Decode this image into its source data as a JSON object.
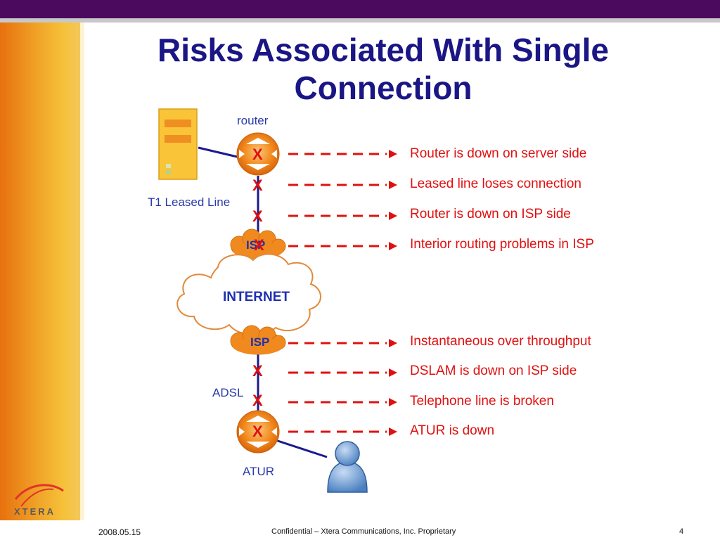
{
  "slide": {
    "title_line1": "Risks Associated With Single",
    "title_line2": "Connection",
    "colors": {
      "title": "#1b1685",
      "risk_text": "#e01010",
      "label_blue": "#2a3aa8",
      "top_bar": "#4b0a5e",
      "router": "#f08a1e",
      "arrow": "#e01010"
    }
  },
  "labels": {
    "router": "router",
    "t1_leased_line": "T1 Leased Line",
    "isp_top": "ISP",
    "internet": "INTERNET",
    "isp_bottom": "ISP",
    "adsl": "ADSL",
    "atur": "ATUR",
    "fault_mark": "X"
  },
  "risks": [
    "Router is down on server side",
    "Leased line loses connection",
    "Router is down on ISP side",
    "Interior routing problems in ISP",
    "Instantaneous over throughput",
    "DSLAM is down on ISP side",
    "Telephone line is broken",
    "ATUR is down"
  ],
  "icons": [
    "server-icon",
    "router-icon",
    "cloud-icon",
    "user-icon",
    "xtera-logo-icon"
  ],
  "footer": {
    "date": "2008.05.15",
    "confidential": "Confidential – Xtera Communications, Inc. Proprietary",
    "page": "4"
  },
  "logo": {
    "text": "XTERA"
  }
}
